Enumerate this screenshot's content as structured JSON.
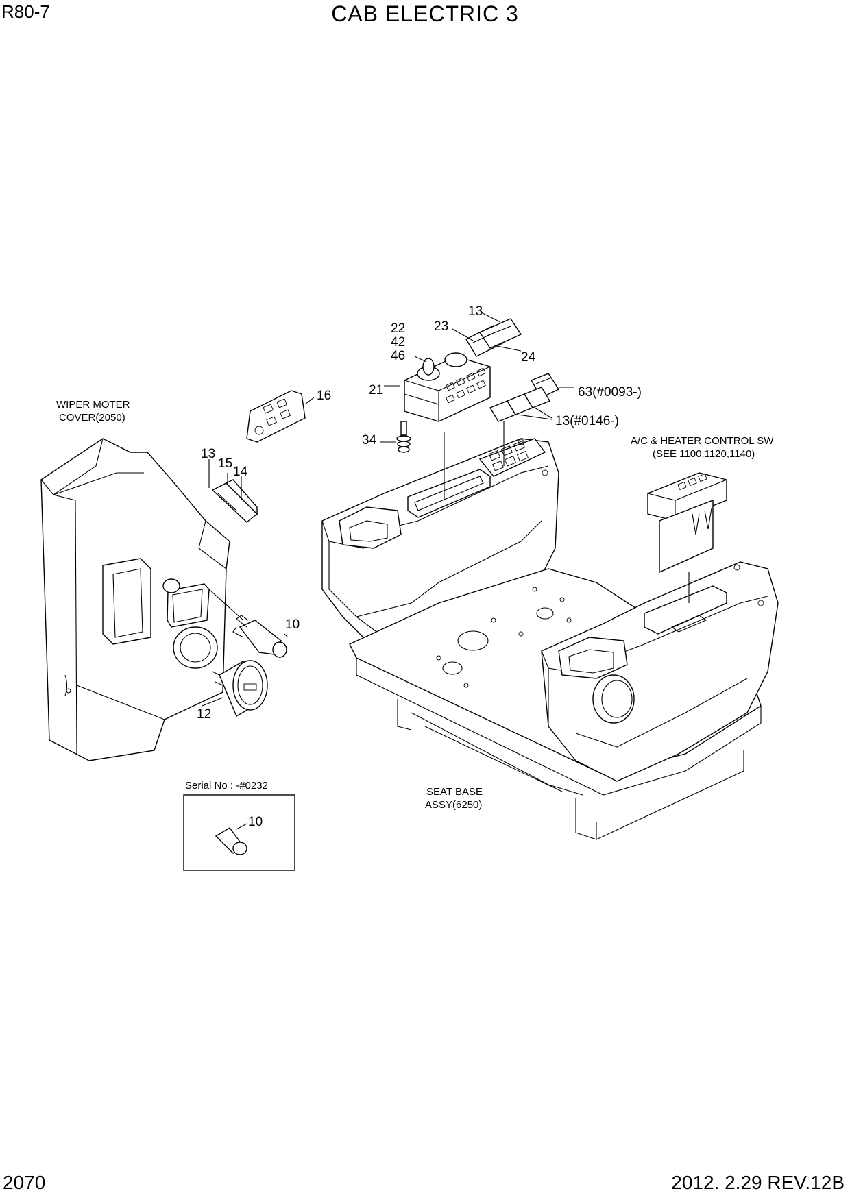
{
  "header": {
    "model": "R80-7",
    "title": "CAB ELECTRIC 3"
  },
  "footer": {
    "page_number": "2070",
    "revision": "2012. 2.29 REV.12B"
  },
  "notes": {
    "wiper_cover_line1": "WIPER MOTER",
    "wiper_cover_line2": "COVER(2050)",
    "ac_line1": "A/C & HEATER CONTROL SW",
    "ac_line2": "(SEE 1100,1120,1140)",
    "seat_base_line1": "SEAT BASE",
    "seat_base_line2": "ASSY(6250)",
    "serial_note": "Serial No : -#0232"
  },
  "callouts": {
    "c13_top": "13",
    "c23": "23",
    "c24": "24",
    "c22": "22",
    "c42": "42",
    "c46": "46",
    "c21": "21",
    "c63": "63(#0093-)",
    "c13_0146": "13(#0146-)",
    "c34": "34",
    "c16": "16",
    "c13_left": "13",
    "c15": "15",
    "c14": "14",
    "c10": "10",
    "c12": "12",
    "c10_inset": "10"
  }
}
